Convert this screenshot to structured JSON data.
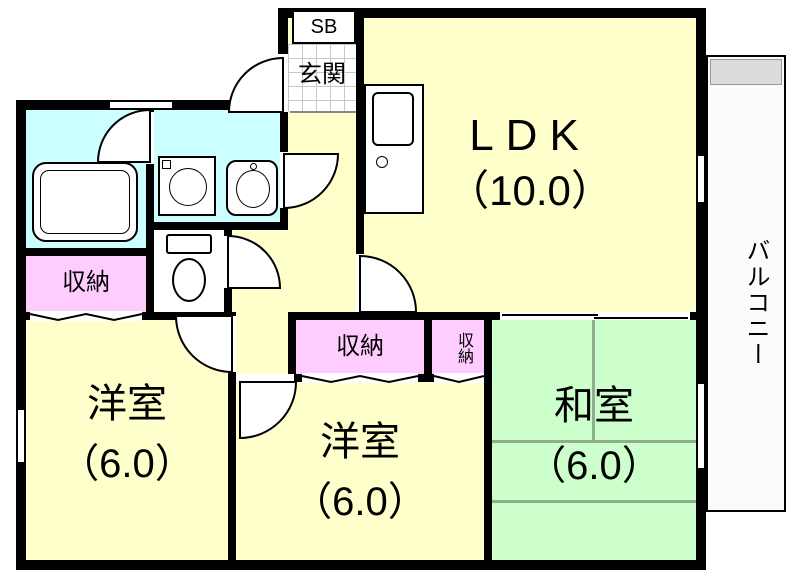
{
  "rooms": {
    "ldk": {
      "label": "LDK",
      "size": "（10.0）"
    },
    "yoshitsu_left": {
      "label": "洋室",
      "size": "（6.0）"
    },
    "yoshitsu_mid": {
      "label": "洋室",
      "size": "（6.0）"
    },
    "washitsu": {
      "label": "和室",
      "size": "（6.0）"
    },
    "genkan": {
      "label": "玄関"
    },
    "shoebox": {
      "label": "SB"
    },
    "balcony": {
      "label": "バルコニー"
    },
    "closet_left": {
      "label": "収納"
    },
    "closet_mid": {
      "label": "収納"
    },
    "closet_small": {
      "label": "収納"
    }
  },
  "colors": {
    "wall": "#000000",
    "living_cream": "#FFFFCC",
    "wet_area_cyan": "#CCFFFF",
    "closet_pink": "#FFCCFF",
    "tatami_green": "#CCFFCC",
    "background": "#FFFFFF"
  }
}
